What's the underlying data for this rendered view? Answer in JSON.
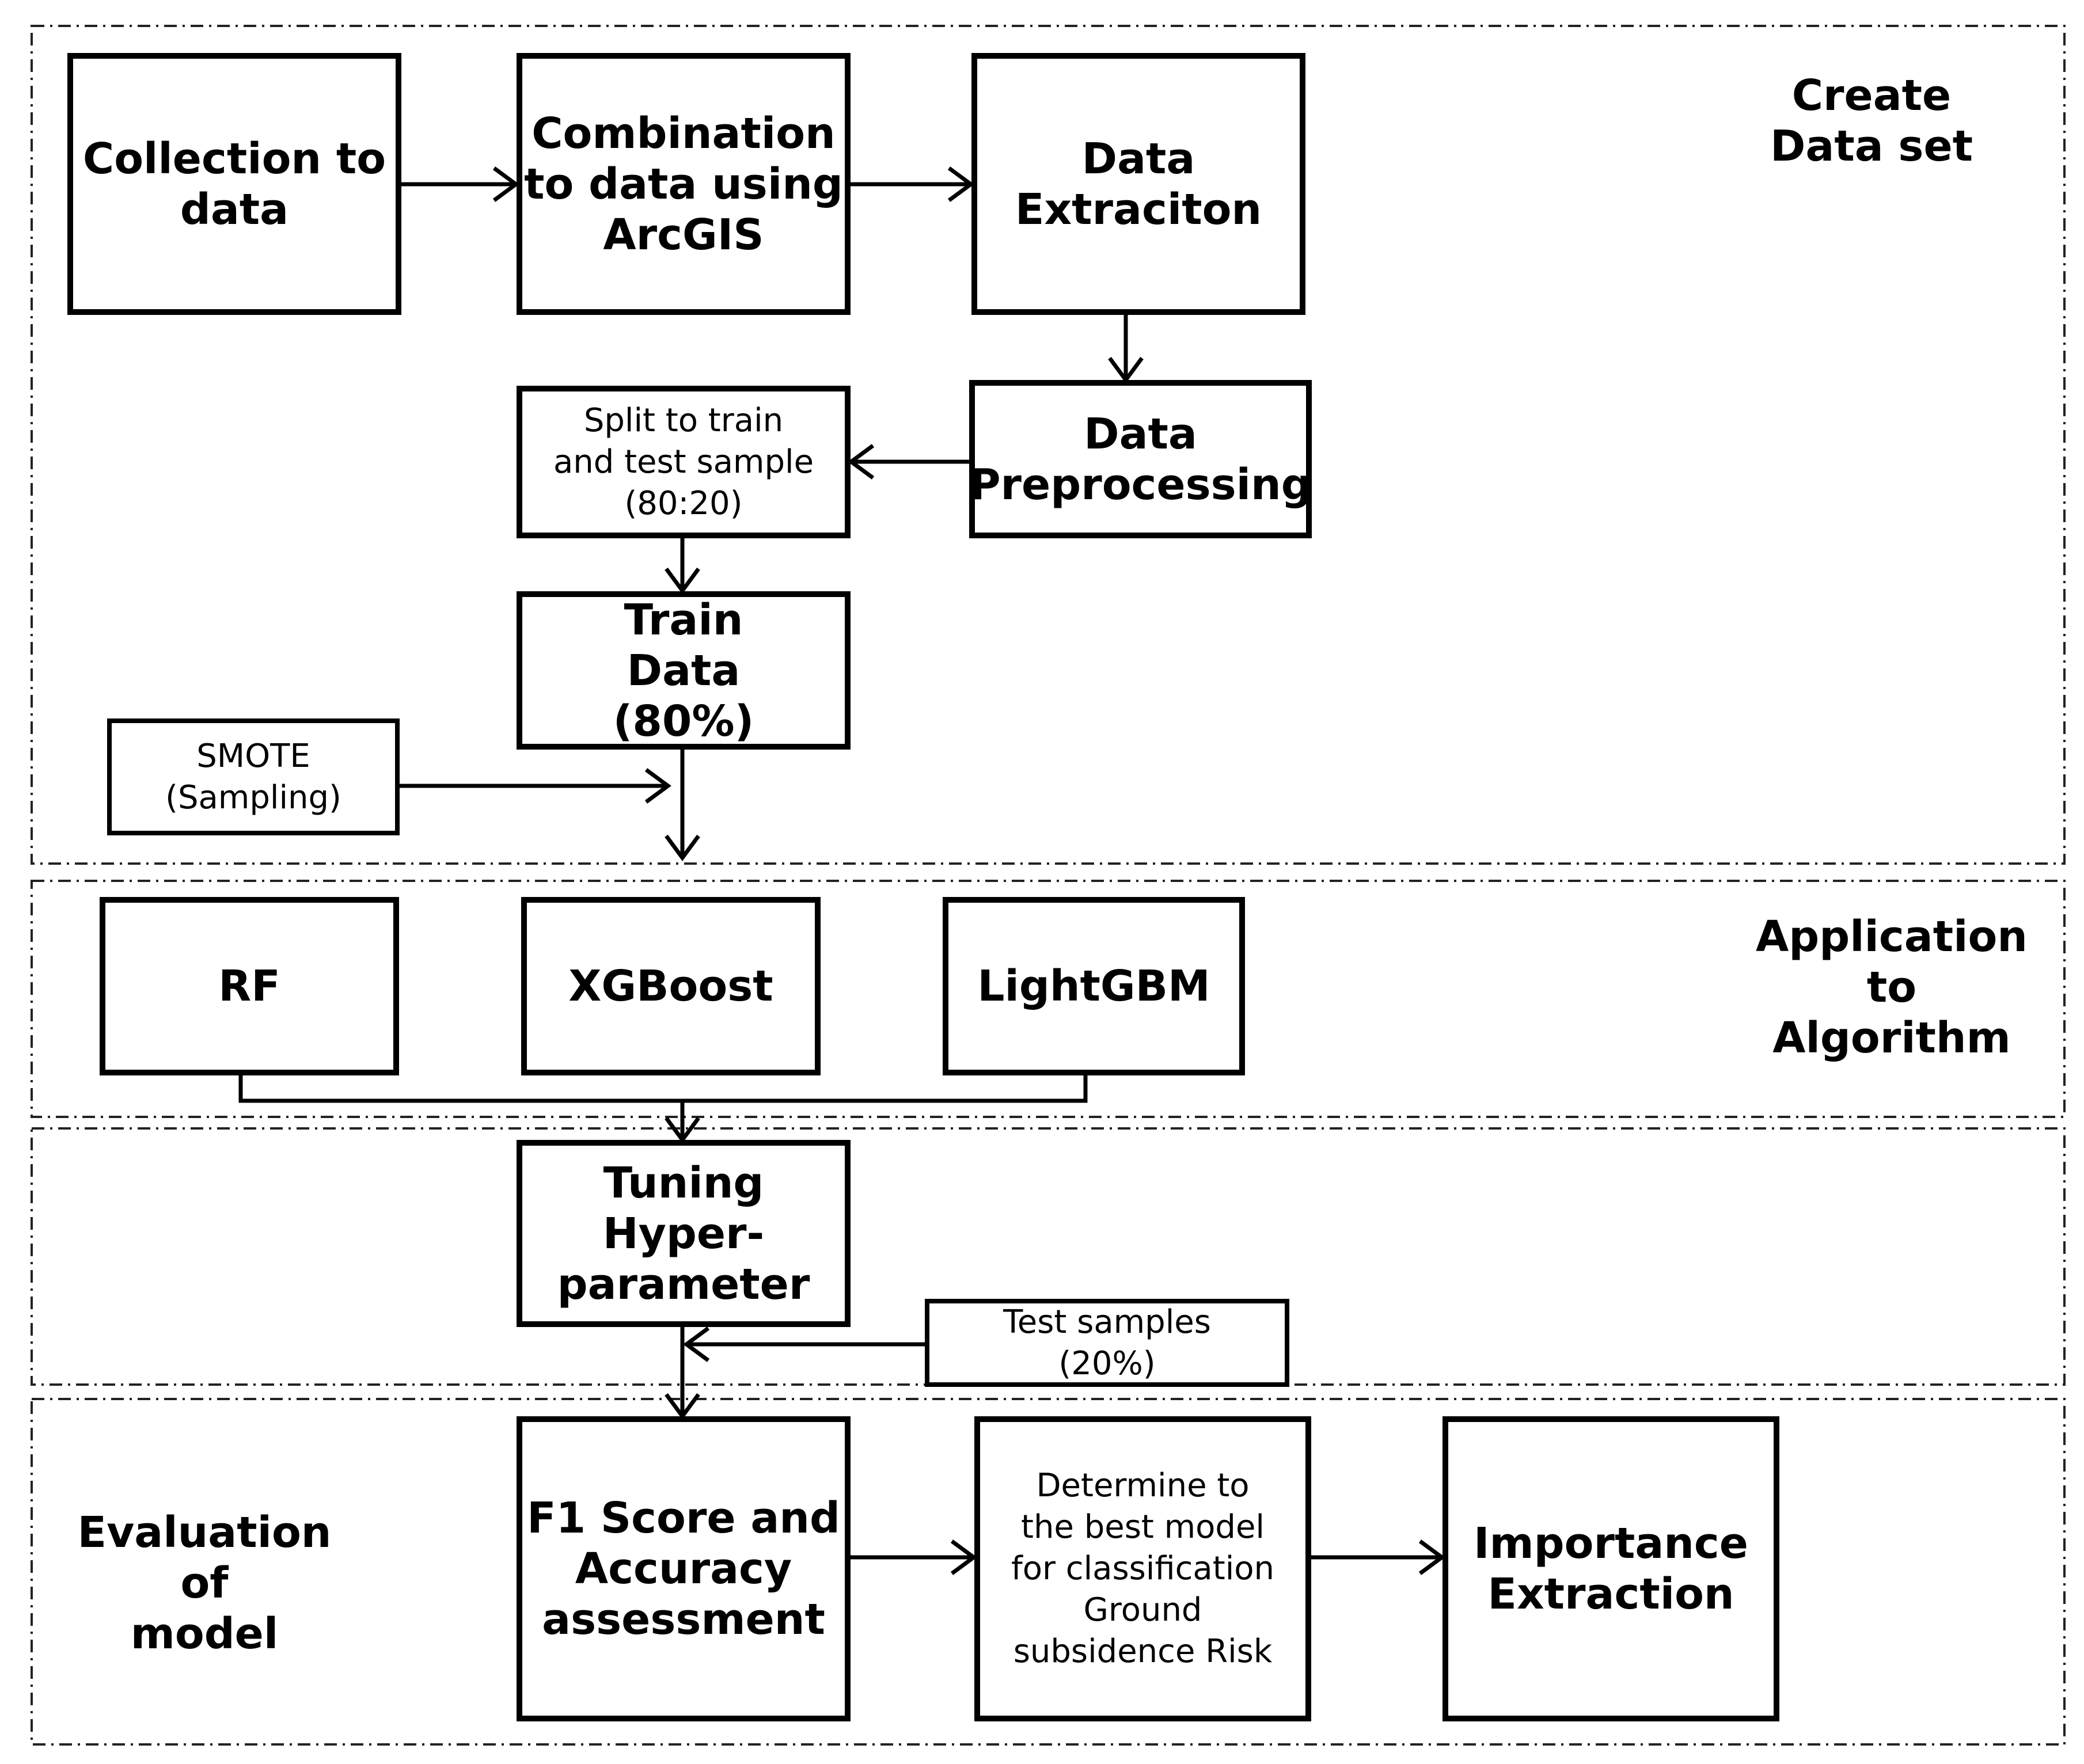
{
  "sections": {
    "create_dataset": "Create\nData set",
    "application": "Application\nto\nAlgorithm",
    "evaluation": "Evaluation of\nmodel"
  },
  "nodes": {
    "collection": "Collection to\ndata",
    "combination": "Combination\nto data using\nArcGIS",
    "extraction": "Data\nExtraciton",
    "preprocessing": "Data\nPreprocessing",
    "split": "Split to train\nand test sample\n(80:20)",
    "train": "Train\nData\n(80%)",
    "smote": "SMOTE\n(Sampling)",
    "rf": "RF",
    "xgboost": "XGBoost",
    "lightgbm": "LightGBM",
    "tuning": "Tuning\nHyper-\nparameter",
    "test": "Test samples\n(20%)",
    "f1": "F1 Score and\nAccuracy\nassessment",
    "determine": "Determine to\nthe best model\nfor classification\nGround\nsubsidence Risk",
    "importance": "Importance\nExtraction"
  }
}
